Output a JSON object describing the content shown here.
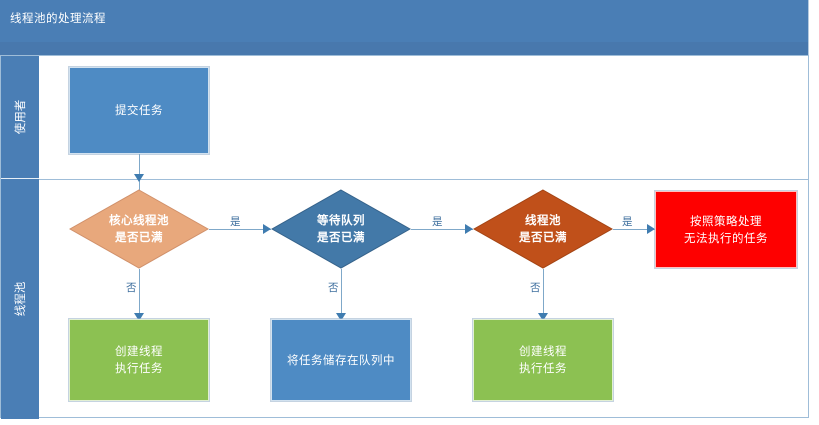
{
  "header": {
    "title": "线程池的处理流程"
  },
  "lanes": [
    {
      "label": "使用者"
    },
    {
      "label": "线程池"
    }
  ],
  "nodes": {
    "submit_task": {
      "label_line1": "提交任务",
      "label_line2": "",
      "color": "#4e8bc4",
      "shape": "rect"
    },
    "core_pool_full": {
      "label_line1": "核心线程池",
      "label_line2": "是否已满",
      "color": "#e8a87c",
      "shape": "diamond"
    },
    "queue_full": {
      "label_line1": "等待队列",
      "label_line2": "是否已满",
      "color": "#4379a8",
      "shape": "diamond"
    },
    "pool_full": {
      "label_line1": "线程池",
      "label_line2": "是否已满",
      "color": "#c0501a",
      "shape": "diamond"
    },
    "reject_policy": {
      "label_line1": "按照策略处理",
      "label_line2": "无法执行的任务",
      "color": "#fe0000",
      "shape": "rect"
    },
    "create_thread_1": {
      "label_line1": "创建线程",
      "label_line2": "执行任务",
      "color": "#8cc152",
      "shape": "rect"
    },
    "store_in_queue": {
      "label_line1": "将任务储存在队列中",
      "label_line2": "",
      "color": "#4e8bc4",
      "shape": "rect"
    },
    "create_thread_2": {
      "label_line1": "创建线程",
      "label_line2": "执行任务",
      "color": "#8cc152",
      "shape": "rect"
    }
  },
  "edges": {
    "yes_1": "是",
    "yes_2": "是",
    "yes_3": "是",
    "no_1": "否",
    "no_2": "否",
    "no_3": "否"
  },
  "colors": {
    "header_blue": "#4a7eb5",
    "lane_border": "#9fbdd8",
    "connector": "#7fa8c9",
    "arrow": "#3f7cb0"
  },
  "watermark": {
    "text": ""
  }
}
